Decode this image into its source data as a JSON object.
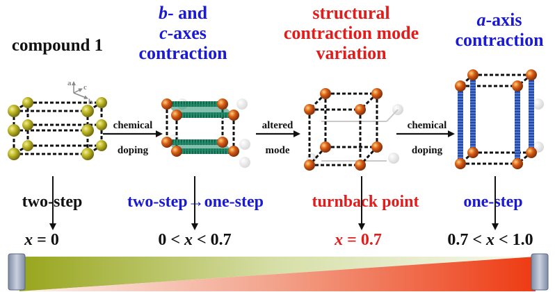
{
  "stages": [
    {
      "title": [
        "compound 1"
      ],
      "mechanism": "two-step",
      "range": "x = 0"
    },
    {
      "title": [
        "b- and",
        "c-axes",
        "contraction"
      ],
      "mechanism": "two-step→one-step",
      "range": "0 < x < 0.7"
    },
    {
      "title": [
        "structural",
        "contraction mode",
        "variation"
      ],
      "mechanism": "turnback point",
      "range": "x = 0.7"
    },
    {
      "title": [
        "a-axis",
        "contraction"
      ],
      "mechanism": "one-step",
      "range": "0.7 < x < 1.0"
    }
  ],
  "transitions": [
    {
      "line1": "chemical",
      "line2": "doping"
    },
    {
      "line1": "altered",
      "line2": "mode"
    },
    {
      "line1": "chemical",
      "line2": "doping"
    }
  ],
  "axes": {
    "a": "a",
    "b": "b",
    "c": "c"
  },
  "colors": {
    "black_text": "#111111",
    "blue_text": "#1a1ad6",
    "red_text": "#e21b1b",
    "gradient_start": "#9aa61e",
    "gradient_end": "#ee3a12",
    "atom_yellow": "#b9b320",
    "atom_orange": "#d3561a",
    "spring_green": "#1f8a6a",
    "spring_blue": "#3a62c9"
  },
  "icons": [
    "unit-cell-icon",
    "axis-triad-icon",
    "spring-icon",
    "arrow-icon"
  ]
}
